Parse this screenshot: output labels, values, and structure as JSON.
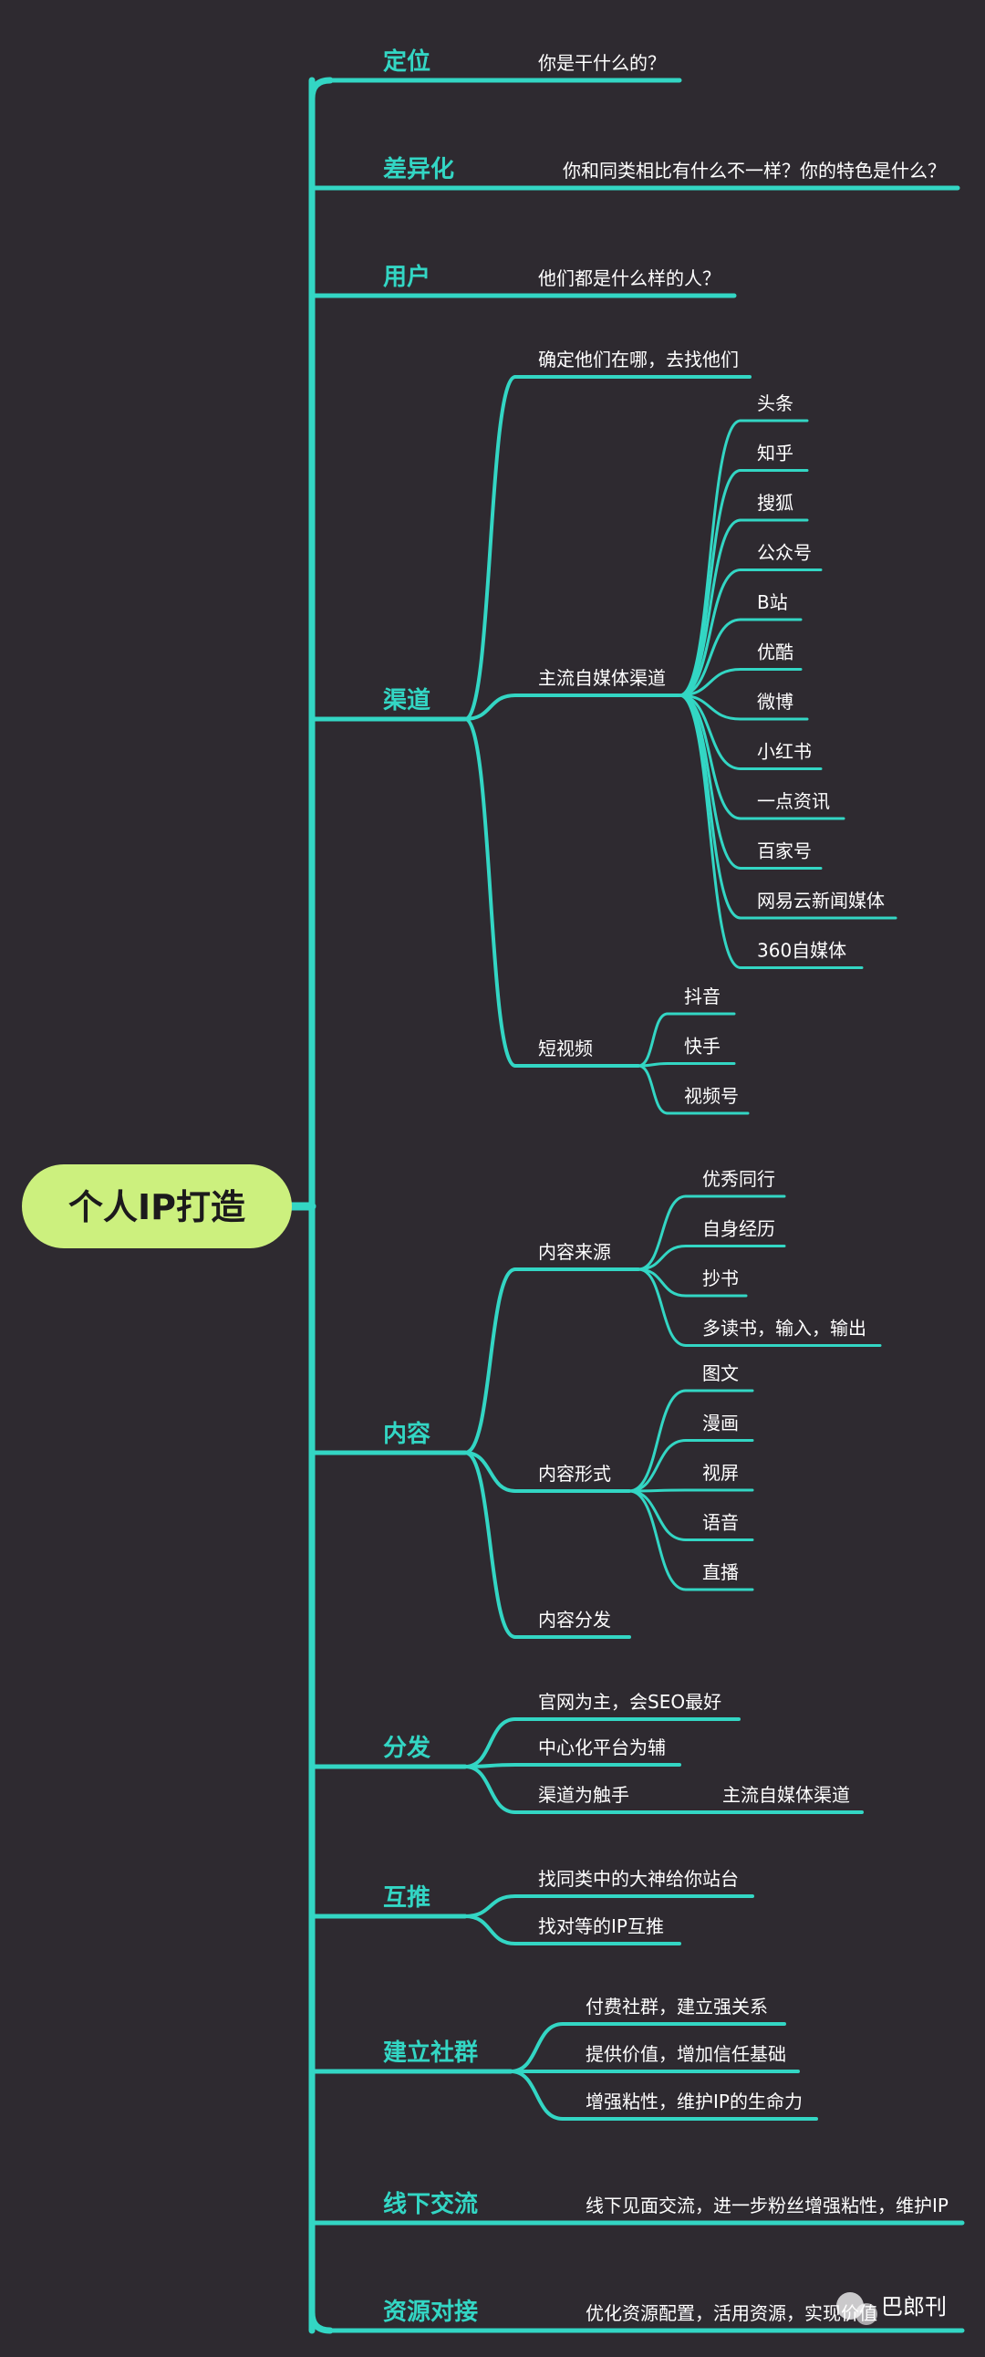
{
  "root": "个人IP打造",
  "branches": [
    {
      "label": "定位",
      "children": [
        {
          "label": "你是干什么的？"
        }
      ]
    },
    {
      "label": "差异化",
      "children": [
        {
          "label": "你和同类相比有什么不一样？你的特色是什么？"
        }
      ]
    },
    {
      "label": "用户",
      "children": [
        {
          "label": "他们都是什么样的人？"
        }
      ]
    },
    {
      "label": "渠道",
      "children": [
        {
          "label": "确定他们在哪，去找他们"
        },
        {
          "label": "主流自媒体渠道",
          "children": [
            {
              "label": "头条"
            },
            {
              "label": "知乎"
            },
            {
              "label": "搜狐"
            },
            {
              "label": "公众号"
            },
            {
              "label": "B站"
            },
            {
              "label": "优酷"
            },
            {
              "label": "微博"
            },
            {
              "label": "小红书"
            },
            {
              "label": "一点资讯"
            },
            {
              "label": "百家号"
            },
            {
              "label": "网易云新闻媒体"
            },
            {
              "label": "360自媒体"
            }
          ]
        },
        {
          "label": "短视频",
          "children": [
            {
              "label": "抖音"
            },
            {
              "label": "快手"
            },
            {
              "label": "视频号"
            }
          ]
        }
      ]
    },
    {
      "label": "内容",
      "children": [
        {
          "label": "内容来源",
          "children": [
            {
              "label": "优秀同行"
            },
            {
              "label": "自身经历"
            },
            {
              "label": "抄书"
            },
            {
              "label": "多读书，输入，输出"
            }
          ]
        },
        {
          "label": "内容形式",
          "children": [
            {
              "label": "图文"
            },
            {
              "label": "漫画"
            },
            {
              "label": "视屏"
            },
            {
              "label": "语音"
            },
            {
              "label": "直播"
            }
          ]
        },
        {
          "label": "内容分发"
        }
      ]
    },
    {
      "label": "分发",
      "children": [
        {
          "label": "官网为主，会SEO最好"
        },
        {
          "label": "中心化平台为辅"
        },
        {
          "label": "渠道为触手",
          "children": [
            {
              "label": "主流自媒体渠道"
            }
          ]
        }
      ]
    },
    {
      "label": "互推",
      "children": [
        {
          "label": "找同类中的大神给你站台"
        },
        {
          "label": "找对等的IP互推"
        }
      ]
    },
    {
      "label": "建立社群",
      "children": [
        {
          "label": "付费社群，建立强关系"
        },
        {
          "label": "提供价值，增加信任基础"
        },
        {
          "label": "增强粘性，维护IP的生命力"
        }
      ]
    },
    {
      "label": "线下交流",
      "children": [
        {
          "label": "线下见面交流，进一步粉丝增强粘性，维护IP"
        }
      ]
    },
    {
      "label": "资源对接",
      "children": [
        {
          "label": "优化资源配置，活用资源，实现价值"
        }
      ]
    }
  ],
  "watermark": "巴郎刊",
  "colors": {
    "background": "#2e2a30",
    "line": "#33d6c4",
    "root_fill": "#ccf07e",
    "branch_text": "#33d6c4",
    "leaf_text": "#ffffff"
  },
  "icons": {
    "watermark": "wechat-icon"
  }
}
